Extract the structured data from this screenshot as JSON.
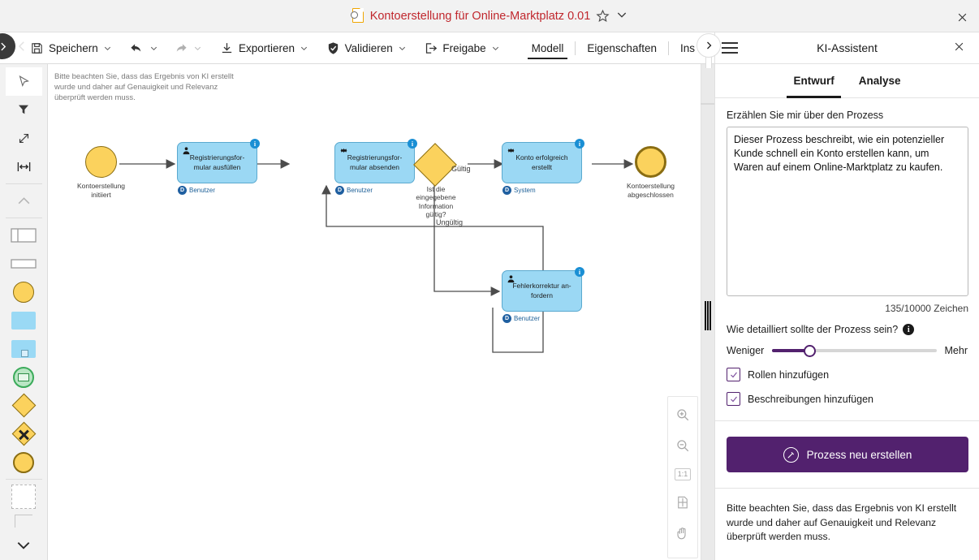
{
  "titlebar": {
    "doc_title": "Kontoerstellung für Online-Marktplatz 0.01",
    "doc_icon": "process-document-icon",
    "star_icon": "favorite-star-icon",
    "caret_icon": "chevron-down-icon",
    "close_icon": "window-close-icon",
    "title_color": "#c0272d"
  },
  "menubar": {
    "items": [
      {
        "label": "Speichern",
        "icon": "save-disk-icon",
        "caret": true
      },
      {
        "label": "",
        "icon": "undo-arrow-icon",
        "caret": true
      },
      {
        "label": "",
        "icon": "redo-arrow-icon",
        "caret": true
      },
      {
        "label": "Exportieren",
        "icon": "export-download-icon",
        "caret": true
      },
      {
        "label": "Validieren",
        "icon": "shield-check-icon",
        "caret": true
      },
      {
        "label": "Freigabe",
        "icon": "share-out-icon",
        "caret": true
      }
    ],
    "tabs": [
      {
        "label": "Modell",
        "active": true
      },
      {
        "label": "Eigenschaften",
        "active": false
      },
      {
        "label": "Ins",
        "active": false,
        "clipped": true
      }
    ],
    "more_icon": "chevron-right-icon",
    "left_expand_icon": "chevron-right-icon",
    "panel_expand_icon": "chevron-right-icon"
  },
  "palette": {
    "tools": [
      {
        "name": "select-pointer-tool",
        "icon": "cursor-arrow-icon",
        "selected": true
      },
      {
        "name": "filter-tool",
        "icon": "funnel-filter-icon",
        "selected": false
      },
      {
        "name": "resize-diagonal-tool",
        "icon": "resize-arrows-icon",
        "selected": false
      },
      {
        "name": "align-horizontal-tool",
        "icon": "horizontal-distribute-icon",
        "selected": false
      },
      {
        "name": "collapse-up-tool",
        "icon": "chevron-up-icon",
        "selected": false
      }
    ],
    "shapes": [
      {
        "name": "pool-shape",
        "icon": "pool-lane-icon"
      },
      {
        "name": "lane-shape",
        "icon": "lane-bar-icon"
      },
      {
        "name": "start-event-shape",
        "icon": "yellow-circle-icon"
      },
      {
        "name": "task-shape",
        "icon": "blue-rectangle-icon"
      },
      {
        "name": "subprocess-shape",
        "icon": "blue-subprocess-icon"
      },
      {
        "name": "message-event-shape",
        "icon": "green-envelope-circle-icon"
      },
      {
        "name": "exclusive-gateway-shape",
        "icon": "yellow-diamond-icon"
      },
      {
        "name": "parallel-gateway-shape",
        "icon": "yellow-diamond-plus-icon"
      },
      {
        "name": "end-event-shape",
        "icon": "yellow-circle-bold-icon"
      },
      {
        "name": "group-shape",
        "icon": "dashed-square-icon"
      },
      {
        "name": "annotation-shape",
        "icon": "text-annotation-corner-icon"
      }
    ],
    "expand_more_icon": "chevron-down-icon"
  },
  "canvas": {
    "note": "Bitte beachten Sie, dass das Ergebnis von KI erstellt wurde und daher auf Genauigkeit und Relevanz überprüft werden muss.",
    "zoom_tools": [
      {
        "name": "zoom-in-button",
        "icon": "magnifier-plus-icon",
        "label": ""
      },
      {
        "name": "zoom-out-button",
        "icon": "magnifier-minus-icon",
        "label": ""
      },
      {
        "name": "zoom-actual-size-button",
        "icon": "one-to-one-icon",
        "label": "1:1"
      },
      {
        "name": "fit-to-page-button",
        "icon": "fit-page-icon",
        "label": ""
      },
      {
        "name": "pan-hand-button",
        "icon": "hand-pan-icon",
        "label": ""
      }
    ]
  },
  "diagram": {
    "type": "bpmn-process",
    "nodes": [
      {
        "id": "start",
        "kind": "start-event",
        "label": "Kontoerstellung\ninitiiert",
        "fill": "#fbd25d"
      },
      {
        "id": "t1",
        "kind": "user-task",
        "label": "Registrierungsfor-\nmular ausfüllen",
        "role": "Benutzer",
        "icon": "user-icon",
        "badge": "i",
        "fill": "#9bd8f4"
      },
      {
        "id": "t2",
        "kind": "service-task",
        "label": "Registrierungsfor-\nmular absenden",
        "role": "Benutzer",
        "icon": "gear-icon",
        "badge": "i",
        "fill": "#9bd8f4"
      },
      {
        "id": "gw",
        "kind": "exclusive-gateway",
        "label": "Ist die\neingegebene\nInformation\ngültig?",
        "fill": "#fbd25d"
      },
      {
        "id": "t3",
        "kind": "service-task",
        "label": "Konto erfolgreich\nerstellt",
        "role": "System",
        "icon": "gear-icon",
        "badge": "i",
        "fill": "#9bd8f4"
      },
      {
        "id": "end",
        "kind": "end-event",
        "label": "Kontoerstellung\nabgeschlossen",
        "fill": "#fbd25d"
      },
      {
        "id": "t4",
        "kind": "user-task",
        "label": "Fehlerkorrektur an-\nfordern",
        "role": "Benutzer",
        "icon": "user-icon",
        "badge": "i",
        "fill": "#9bd8f4"
      }
    ],
    "flow_labels": [
      {
        "id": "valid",
        "text": "Gültig"
      },
      {
        "id": "invalid",
        "text": "Ungültig"
      }
    ]
  },
  "right_panel": {
    "title": "KI-Assistent",
    "menu_icon": "hamburger-menu-icon",
    "close_icon": "close-icon",
    "tabs": [
      {
        "label": "Entwurf",
        "active": true
      },
      {
        "label": "Analyse",
        "active": false
      }
    ],
    "prompt": {
      "label": "Erzählen Sie mir über den Prozess",
      "value": "Dieser Prozess beschreibt, wie ein potenzieller Kunde schnell ein Konto erstellen kann, um Waren auf einem Online-Marktplatz zu kaufen.",
      "placeholder": "",
      "counter": "135/10000 Zeichen"
    },
    "detail": {
      "question": "Wie detailliert sollte der Prozess sein?",
      "info_icon": "info-icon",
      "info_glyph": "i",
      "min_label": "Weniger",
      "max_label": "Mehr",
      "slider_value": 20,
      "slider_min": 0,
      "slider_max": 100
    },
    "checkboxes": [
      {
        "label": "Rollen hinzufügen",
        "checked": true
      },
      {
        "label": "Beschreibungen hinzufügen",
        "checked": true
      }
    ],
    "cta": {
      "label": "Prozess neu erstellen",
      "icon": "magic-wand-circle-icon",
      "color": "#52216e"
    },
    "disclaimer": "Bitte beachten Sie, dass das Ergebnis von KI erstellt wurde und daher auf Genauigkeit und Relevanz überprüft werden muss."
  }
}
